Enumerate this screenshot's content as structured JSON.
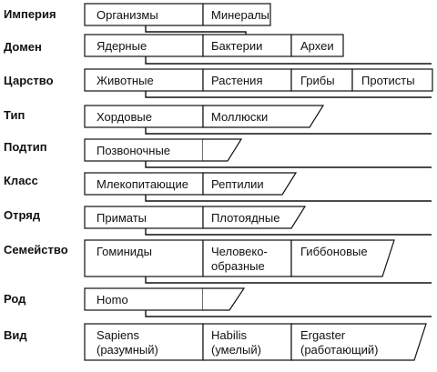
{
  "ranks": {
    "r0": "Империя",
    "r1": "Домен",
    "r2": "Царство",
    "r3": "Тип",
    "r4": "Подтип",
    "r5": "Класс",
    "r6": "Отряд",
    "r7": "Семейство",
    "r8": "Род",
    "r9": "Вид"
  },
  "taxa": {
    "empire": [
      "Организмы",
      "Минералы"
    ],
    "domain": [
      "Ядерные",
      "Бактерии",
      "Археи"
    ],
    "kingdom": [
      "Животные",
      "Растения",
      "Грибы",
      "Протисты"
    ],
    "phylum": [
      "Хордовые",
      "Моллюски"
    ],
    "subphylum": [
      "Позвоночные"
    ],
    "class": [
      "Млекопитающие",
      "Рептилии"
    ],
    "order": [
      "Приматы",
      "Плотоядные"
    ],
    "family": [
      {
        "line1": "Гоминиды"
      },
      {
        "line1": "Человеко-",
        "line2": "образные"
      },
      {
        "line1": "Гиббоновые"
      }
    ],
    "genus": [
      "Homo"
    ],
    "species": [
      {
        "line1": "Sapiens",
        "line2": "(разумный)"
      },
      {
        "line1": "Habilis",
        "line2": "(умелый)"
      },
      {
        "line1": "Ergaster",
        "line2": "(работающий)"
      }
    ]
  }
}
